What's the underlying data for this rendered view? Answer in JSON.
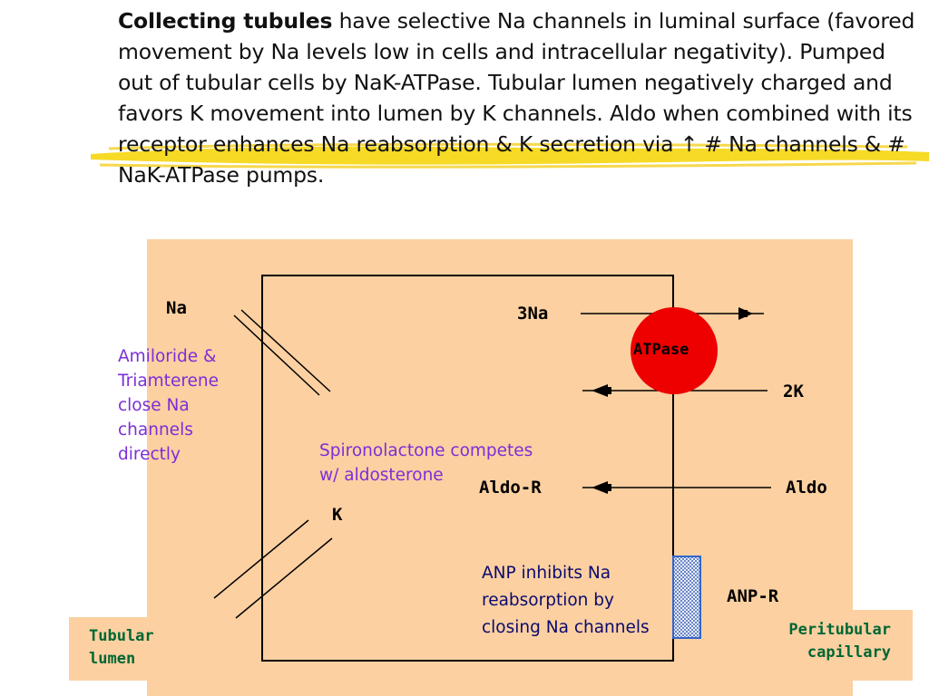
{
  "paragraph": {
    "lead": "Collecting tubules",
    "text": " have selective Na channels in luminal surface (favored movement by Na levels low in cells and intracellular negativity). Pumped out of tubular cells by NaK-ATPase. Tubular lumen negatively charged and favors K movement into lumen by K channels.  Aldo when combined with its receptor enhances Na reabsorption & K secretion via ↑ # Na channels & # NaK-ATPase pumps."
  },
  "diagram": {
    "na_label": "Na",
    "k_label": "K",
    "three_na": "3Na",
    "atpase": "ATPase",
    "two_k": "2K",
    "aldo_r": "Aldo-R",
    "aldo": "Aldo",
    "anp_r": "ANP-R",
    "tubular_lumen_1": "Tubular",
    "tubular_lumen_2": "lumen",
    "peritubular_1": "Peritubular",
    "peritubular_2": "capillary",
    "amiloride": [
      "Amiloride &",
      "Triamterene",
      "close Na",
      "channels",
      "directly"
    ],
    "spironolactone": [
      "Spironolactone competes",
      "w/ aldosterone"
    ],
    "anp": [
      "ANP inhibits Na",
      "reabsorption by",
      "closing Na channels"
    ]
  },
  "colors": {
    "panel": "#fcd0a1",
    "highlight": "#f4d400",
    "atpase_fill": "#ee0000",
    "annotation_purple": "#7b2fd8",
    "label_green": "#006633",
    "anp_receptor": "#3366cc"
  }
}
